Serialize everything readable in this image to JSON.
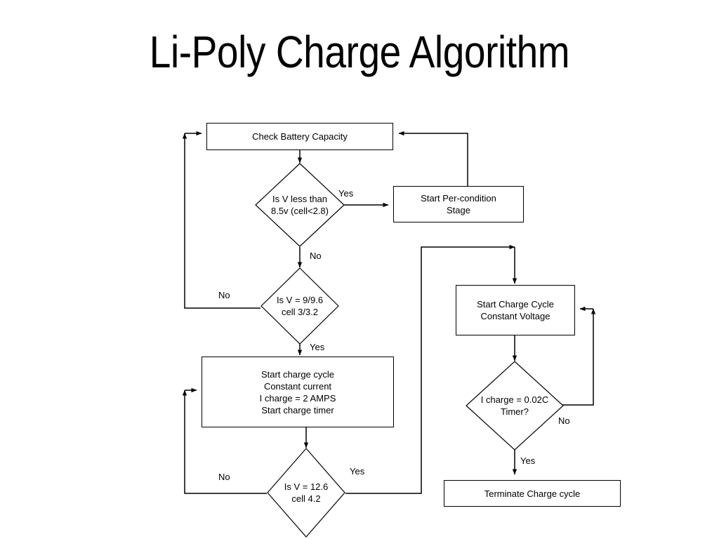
{
  "slide": {
    "title": "Li-Poly Charge Algorithm",
    "background_color": "#ffffff",
    "stroke_color": "#000000",
    "text_color": "#000000"
  },
  "diagram": {
    "type": "flowchart",
    "nodes": [
      {
        "id": "check_battery",
        "shape": "process",
        "text": "Check Battery Capacity"
      },
      {
        "id": "v_less_8_5",
        "shape": "decision",
        "text": "Is V less than\n8.5v (cell<2.8)"
      },
      {
        "id": "precondition",
        "shape": "process",
        "text": "Start Per-condition\nStage"
      },
      {
        "id": "v_9_96",
        "shape": "decision",
        "text": "Is V = 9/9.6\ncell 3/3.2"
      },
      {
        "id": "charge_cc",
        "shape": "process",
        "text": "Start charge cycle\nConstant current\nI charge = 2 AMPS\nStart charge timer"
      },
      {
        "id": "v_12_6",
        "shape": "decision",
        "text": "Is V = 12.6\ncell 4.2"
      },
      {
        "id": "charge_cv",
        "shape": "process",
        "text": "Start Charge Cycle\nConstant Voltage"
      },
      {
        "id": "i_002c",
        "shape": "decision",
        "text": "I charge = 0.02C\nTimer?"
      },
      {
        "id": "terminate",
        "shape": "process",
        "text": "Terminate Charge cycle"
      }
    ],
    "edge_labels": {
      "yes_precondition": "Yes",
      "no_v_less": "No",
      "no_v_9_96": "No",
      "yes_v_9_96": "Yes",
      "no_v_12_6": "No",
      "yes_v_12_6": "Yes",
      "no_i_002c": "No",
      "yes_i_002c": "Yes"
    },
    "edges": [
      {
        "from": "check_battery",
        "to": "v_less_8_5",
        "label": ""
      },
      {
        "from": "v_less_8_5",
        "to": "precondition",
        "label": "Yes"
      },
      {
        "from": "precondition",
        "to": "check_battery",
        "label": ""
      },
      {
        "from": "v_less_8_5",
        "to": "v_9_96",
        "label": "No"
      },
      {
        "from": "v_9_96",
        "to": "check_battery",
        "label": "No"
      },
      {
        "from": "v_9_96",
        "to": "charge_cc",
        "label": "Yes"
      },
      {
        "from": "charge_cc",
        "to": "v_12_6",
        "label": ""
      },
      {
        "from": "v_12_6",
        "to": "charge_cc",
        "label": "No"
      },
      {
        "from": "v_12_6",
        "to": "charge_cv",
        "label": "Yes"
      },
      {
        "from": "charge_cv",
        "to": "i_002c",
        "label": ""
      },
      {
        "from": "i_002c",
        "to": "charge_cv",
        "label": "No"
      },
      {
        "from": "i_002c",
        "to": "terminate",
        "label": "Yes"
      }
    ]
  }
}
